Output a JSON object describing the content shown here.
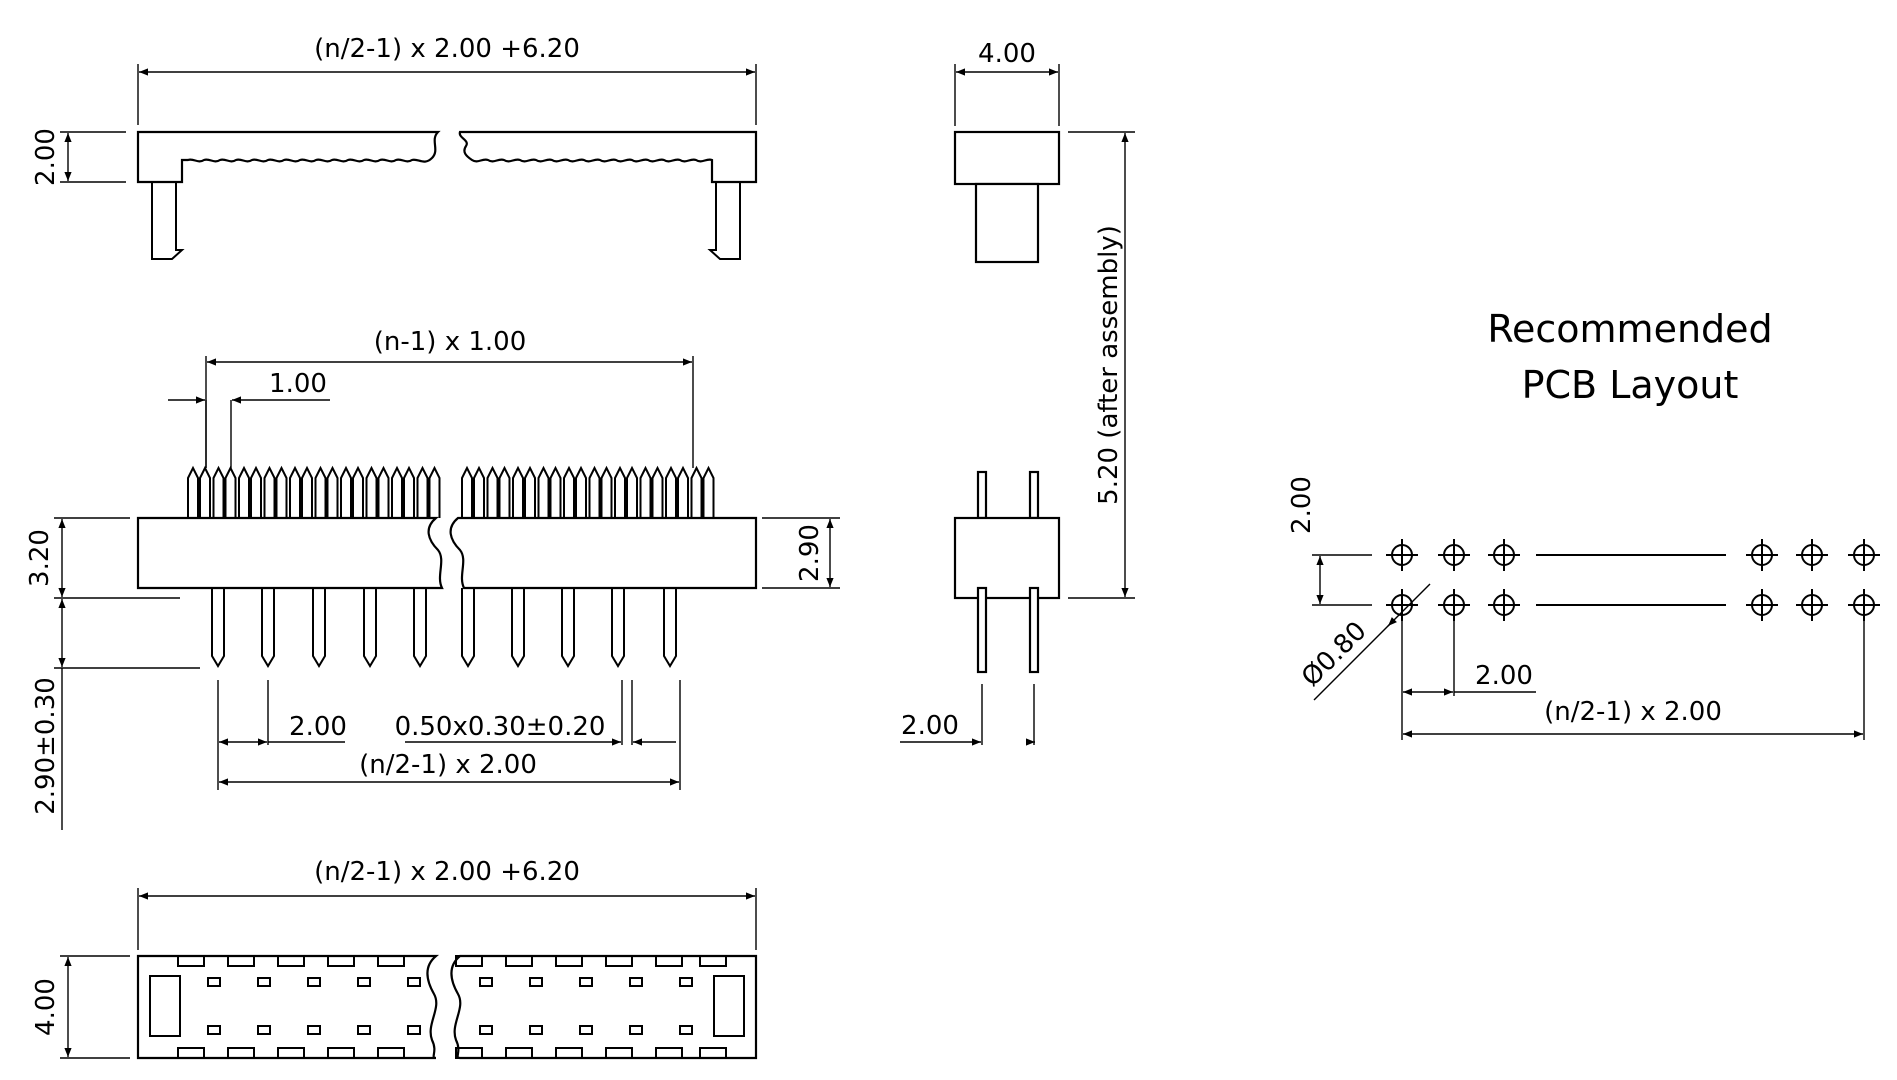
{
  "drawing": {
    "top_view_width_label": "(n/2-1) x 2.00 +6.20",
    "top_view_height_label": "2.00",
    "side_width_label": "4.00",
    "side_height_label": "5.20 (after assembly)",
    "front_pitch_total_label": "(n-1) x 1.00",
    "front_pitch_label": "1.00",
    "front_body_height_label": "3.20",
    "front_shoulder_label": "2.90",
    "front_pin_length_label": "2.90±0.30",
    "front_row_pitch_label": "2.00",
    "front_pin_section_label": "0.50x0.30±0.20",
    "front_row_total_label": "(n/2-1) x 2.00",
    "side_pin_pitch_label": "2.00",
    "bottom_view_width_label": "(n/2-1) x 2.00 +6.20",
    "bottom_view_height_label": "4.00"
  },
  "pcb_layout": {
    "title_line1": "Recommended",
    "title_line2": "PCB Layout",
    "row_pitch_label": "2.00",
    "hole_diameter_label": "Ø0.80",
    "col_pitch_label": "2.00",
    "total_label": "(n/2-1) x 2.00"
  }
}
